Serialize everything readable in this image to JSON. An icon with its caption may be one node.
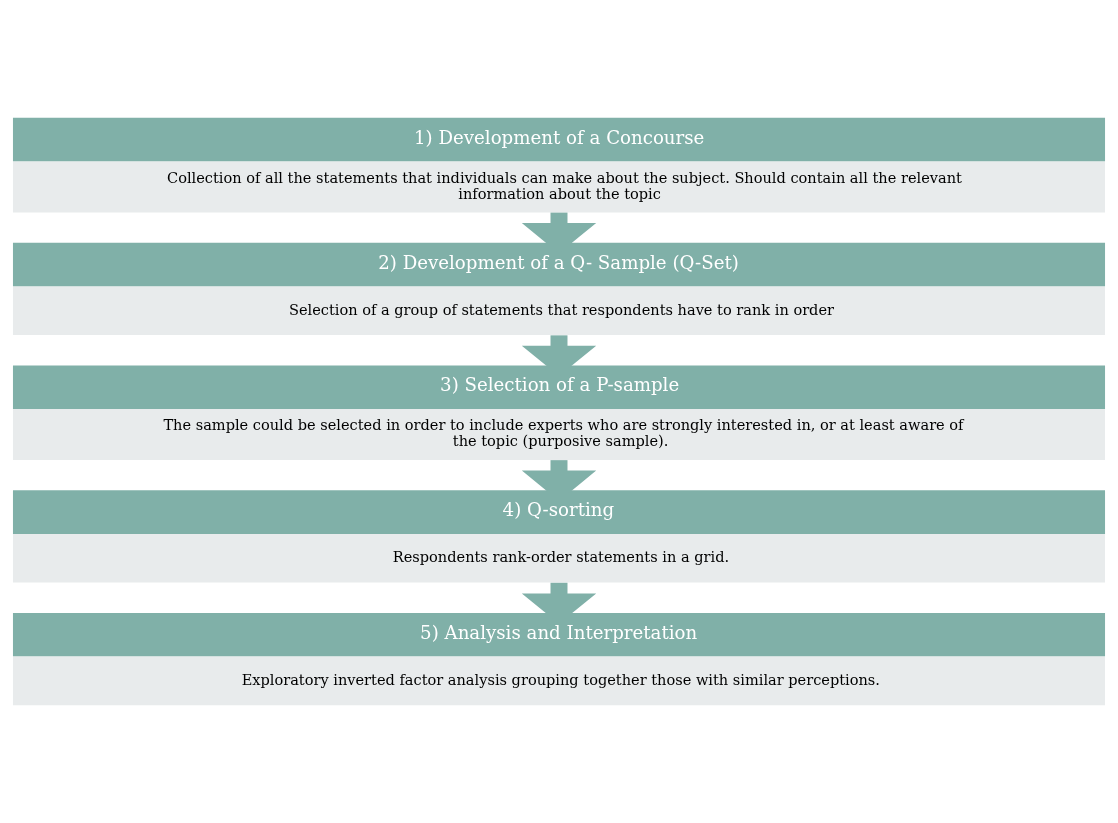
{
  "diagram": {
    "nodes": [
      {
        "text": [
          "1) Development of a Concourse",
          "Collection of all the statements that individuals can make about the subject. Should contain all the relevant information about the topic"
        ]
      },
      {
        "text": [
          "2) Development of a Q- Sample (Q-Set)",
          "Selection of a group of statements that respondents have to rank in order"
        ]
      },
      {
        "text": [
          "3) Selection of a P-sample",
          "The sample could be selected in order to include experts who are strongly interested in, or at least aware of the topic (purposive sample)."
        ]
      },
      {
        "text": [
          "4) Q-sorting",
          "Respondents rank-order statements in a grid."
        ]
      },
      {
        "text": [
          "5) Analysis and Interpretation",
          "Exploratory inverted factor analysis grouping together those with similar perceptions."
        ]
      }
    ],
    "edges": [
      {
        "from": 0,
        "to": 1,
        "arrow": "to"
      },
      {
        "from": 1,
        "to": 2,
        "arrow": "to"
      },
      {
        "from": 2,
        "to": 3,
        "arrow": "to"
      },
      {
        "from": 3,
        "to": 4,
        "arrow": "to"
      }
    ]
  }
}
